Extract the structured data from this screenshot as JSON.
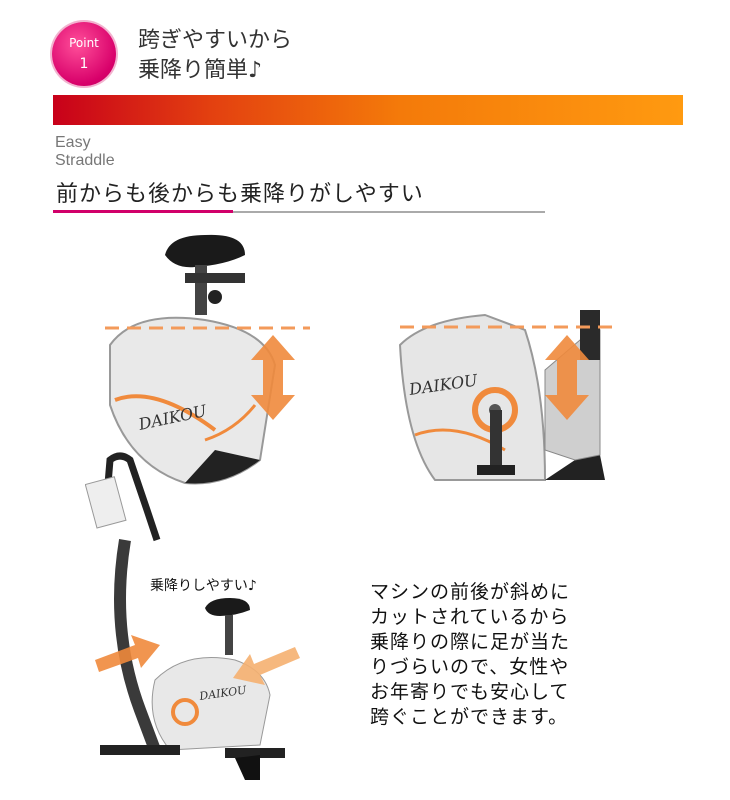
{
  "point_badge": {
    "word": "Point",
    "number": "1"
  },
  "headline": {
    "line1": "跨ぎやすいから",
    "line2": "乗降り簡単♪"
  },
  "section": {
    "label_line1": "Easy",
    "label_line2": "Straddle",
    "title": "前からも後からも乗降りがしやすい"
  },
  "brand": "DAIKOU",
  "callout": "乗降りしやすい♪",
  "description": [
    "マシンの前後が斜めに",
    "カットされているから",
    "乗降りの際に足が当た",
    "りづらいので、女性や",
    "お年寄りでも安心して",
    "跨ぐことができます。"
  ],
  "colors": {
    "accent_pink": "#d1006a",
    "accent_orange": "#f47a0a",
    "arrow_orange": "#f08a3c",
    "guide_dash": "#f39a5a"
  }
}
